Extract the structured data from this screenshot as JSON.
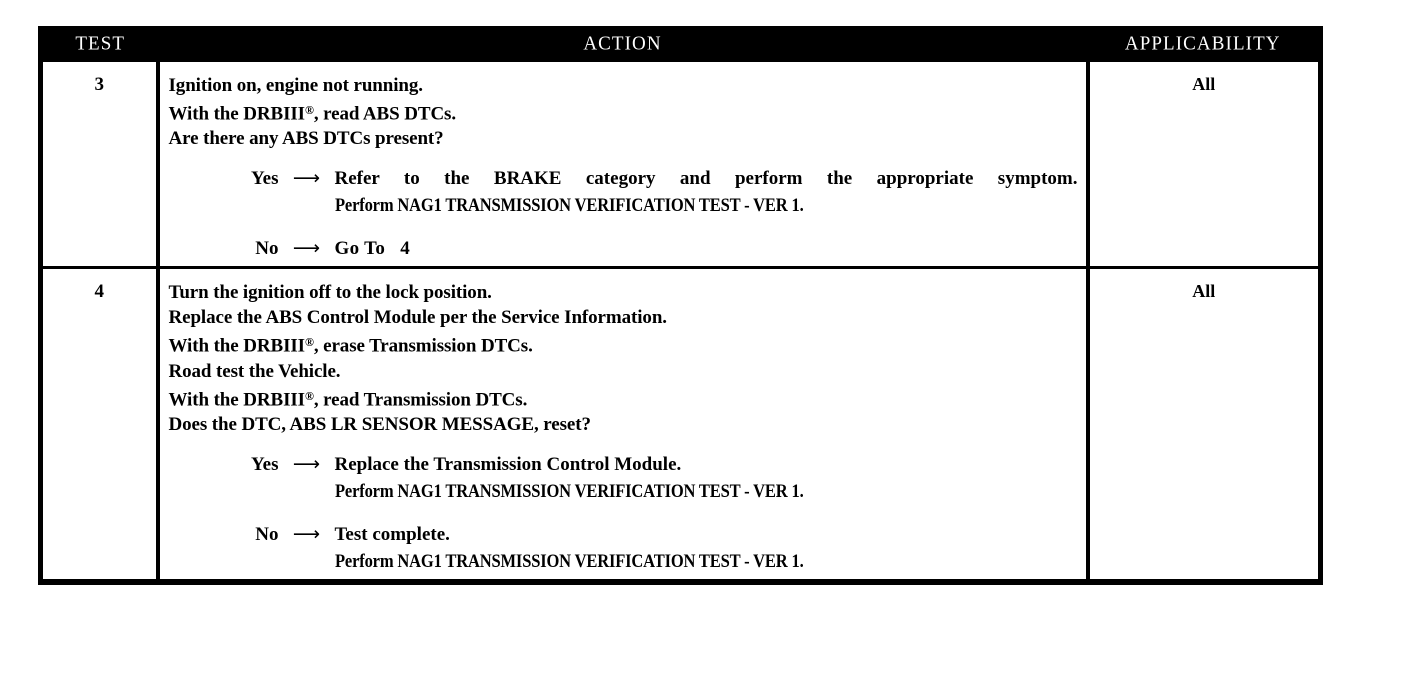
{
  "table": {
    "columns": [
      {
        "key": "test",
        "header": "TEST"
      },
      {
        "key": "action",
        "header": "ACTION"
      },
      {
        "key": "applicability",
        "header": "APPLICABILITY"
      }
    ],
    "rows": [
      {
        "test": "3",
        "applicability": "All",
        "statements": [
          "Ignition on, engine not running.",
          "With the DRBIII®, read ABS DTCs.",
          "Are there any ABS DTCs present?"
        ],
        "branches": [
          {
            "label": "Yes",
            "arrow": "⟶",
            "lines": [
              "Refer to the BRAKE category and perform the appropriate symptom.",
              "Perform NAG1 TRANSMISSION VERIFICATION TEST - VER 1."
            ]
          },
          {
            "label": "No",
            "arrow": "⟶",
            "lines": [
              "Go To   4"
            ]
          }
        ]
      },
      {
        "test": "4",
        "applicability": "All",
        "statements": [
          "Turn the ignition off to the lock position.",
          "Replace the ABS Control Module per the Service Information.",
          "With the DRBIII®, erase Transmission DTCs.",
          "Road test the Vehicle.",
          "With the DRBIII®, read Transmission DTCs.",
          "Does the DTC, ABS LR SENSOR MESSAGE, reset?"
        ],
        "branches": [
          {
            "label": "Yes",
            "arrow": "⟶",
            "lines": [
              "Replace the Transmission Control Module.",
              "Perform NAG1 TRANSMISSION VERIFICATION TEST - VER 1."
            ]
          },
          {
            "label": "No",
            "arrow": "⟶",
            "lines": [
              "Test complete.",
              "Perform NAG1 TRANSMISSION VERIFICATION TEST - VER 1."
            ]
          }
        ]
      }
    ]
  },
  "colors": {
    "header_background": "#000000",
    "header_text": "#ffffff",
    "body_background": "#ffffff",
    "body_text": "#000000",
    "border": "#000000"
  }
}
